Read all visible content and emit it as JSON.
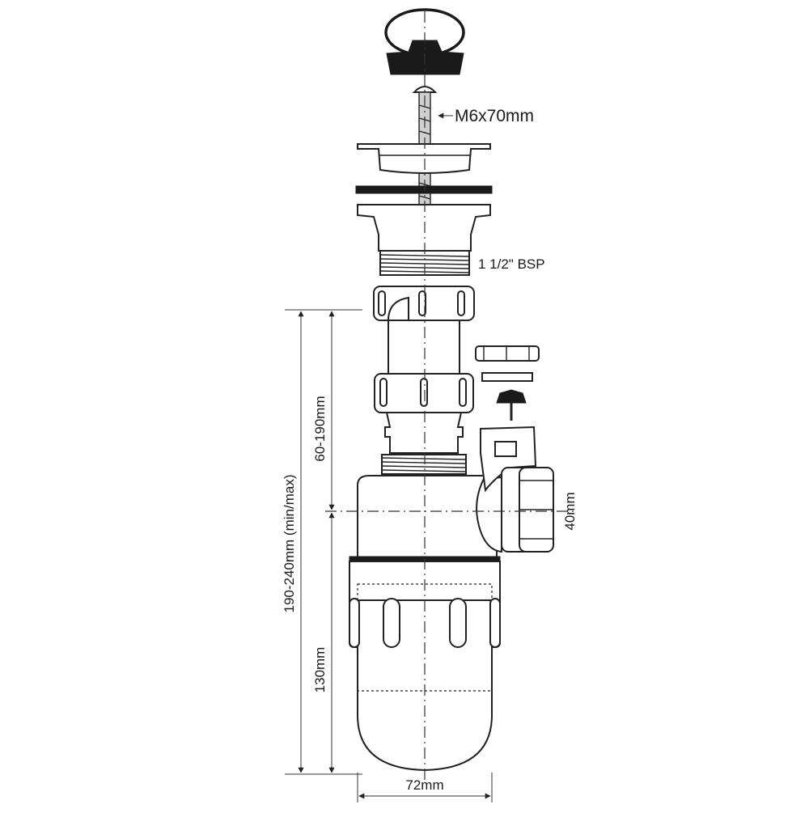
{
  "labels": {
    "screw": "M6x70mm",
    "thread": "1 1/2\" BSP",
    "outlet": "40mm",
    "adjust": "60-190mm",
    "total": "190-240mm (min/max)",
    "bottle": "130mm",
    "width": "72mm"
  },
  "colors": {
    "line": "#222222",
    "fill": "#ffffff",
    "accent_dark": "#1a1a1a"
  }
}
